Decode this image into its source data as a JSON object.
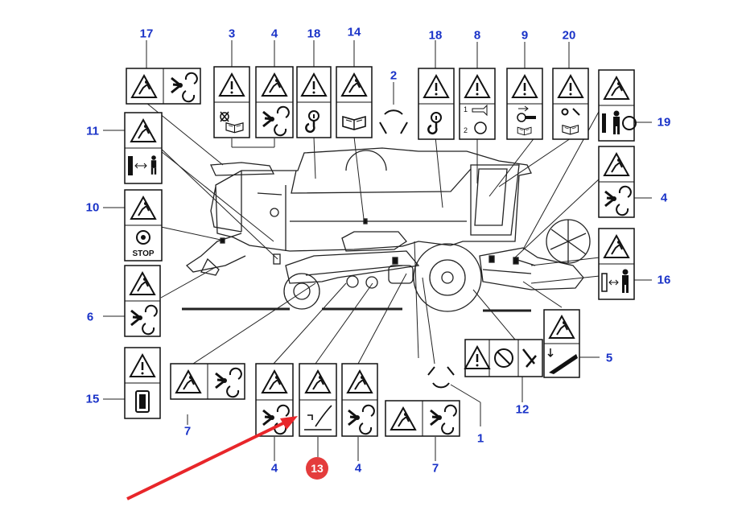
{
  "callouts": {
    "c17": "17",
    "c3": "3",
    "c4top": "4",
    "c18a": "18",
    "c14": "14",
    "c2": "2",
    "c18b": "18",
    "c8": "8",
    "c9": "9",
    "c20": "20",
    "c11": "11",
    "c19": "19",
    "c4right": "4",
    "c10": "10",
    "c16": "16",
    "c6": "6",
    "c5": "5",
    "c15": "15",
    "c7left": "7",
    "c12": "12",
    "c1": "1",
    "c4a": "4",
    "c4b": "4",
    "c7bottom": "7"
  },
  "highlight": {
    "label": "13",
    "color": "#e43c3c"
  },
  "decal_text": {
    "stop": "STOP",
    "step1": "1",
    "step2": "2"
  },
  "colors": {
    "callout": "#1a33c8",
    "line": "#111111",
    "arrow": "#e8262a"
  },
  "icons": {
    "decal-17": "warning-slip-icon + rotating-parts-icon",
    "decal-3": "warning-icon + read-manual-icon",
    "decal-18": "warning-icon + lift-hook-icon",
    "decal-13": "warning-icon + knife-icon"
  }
}
